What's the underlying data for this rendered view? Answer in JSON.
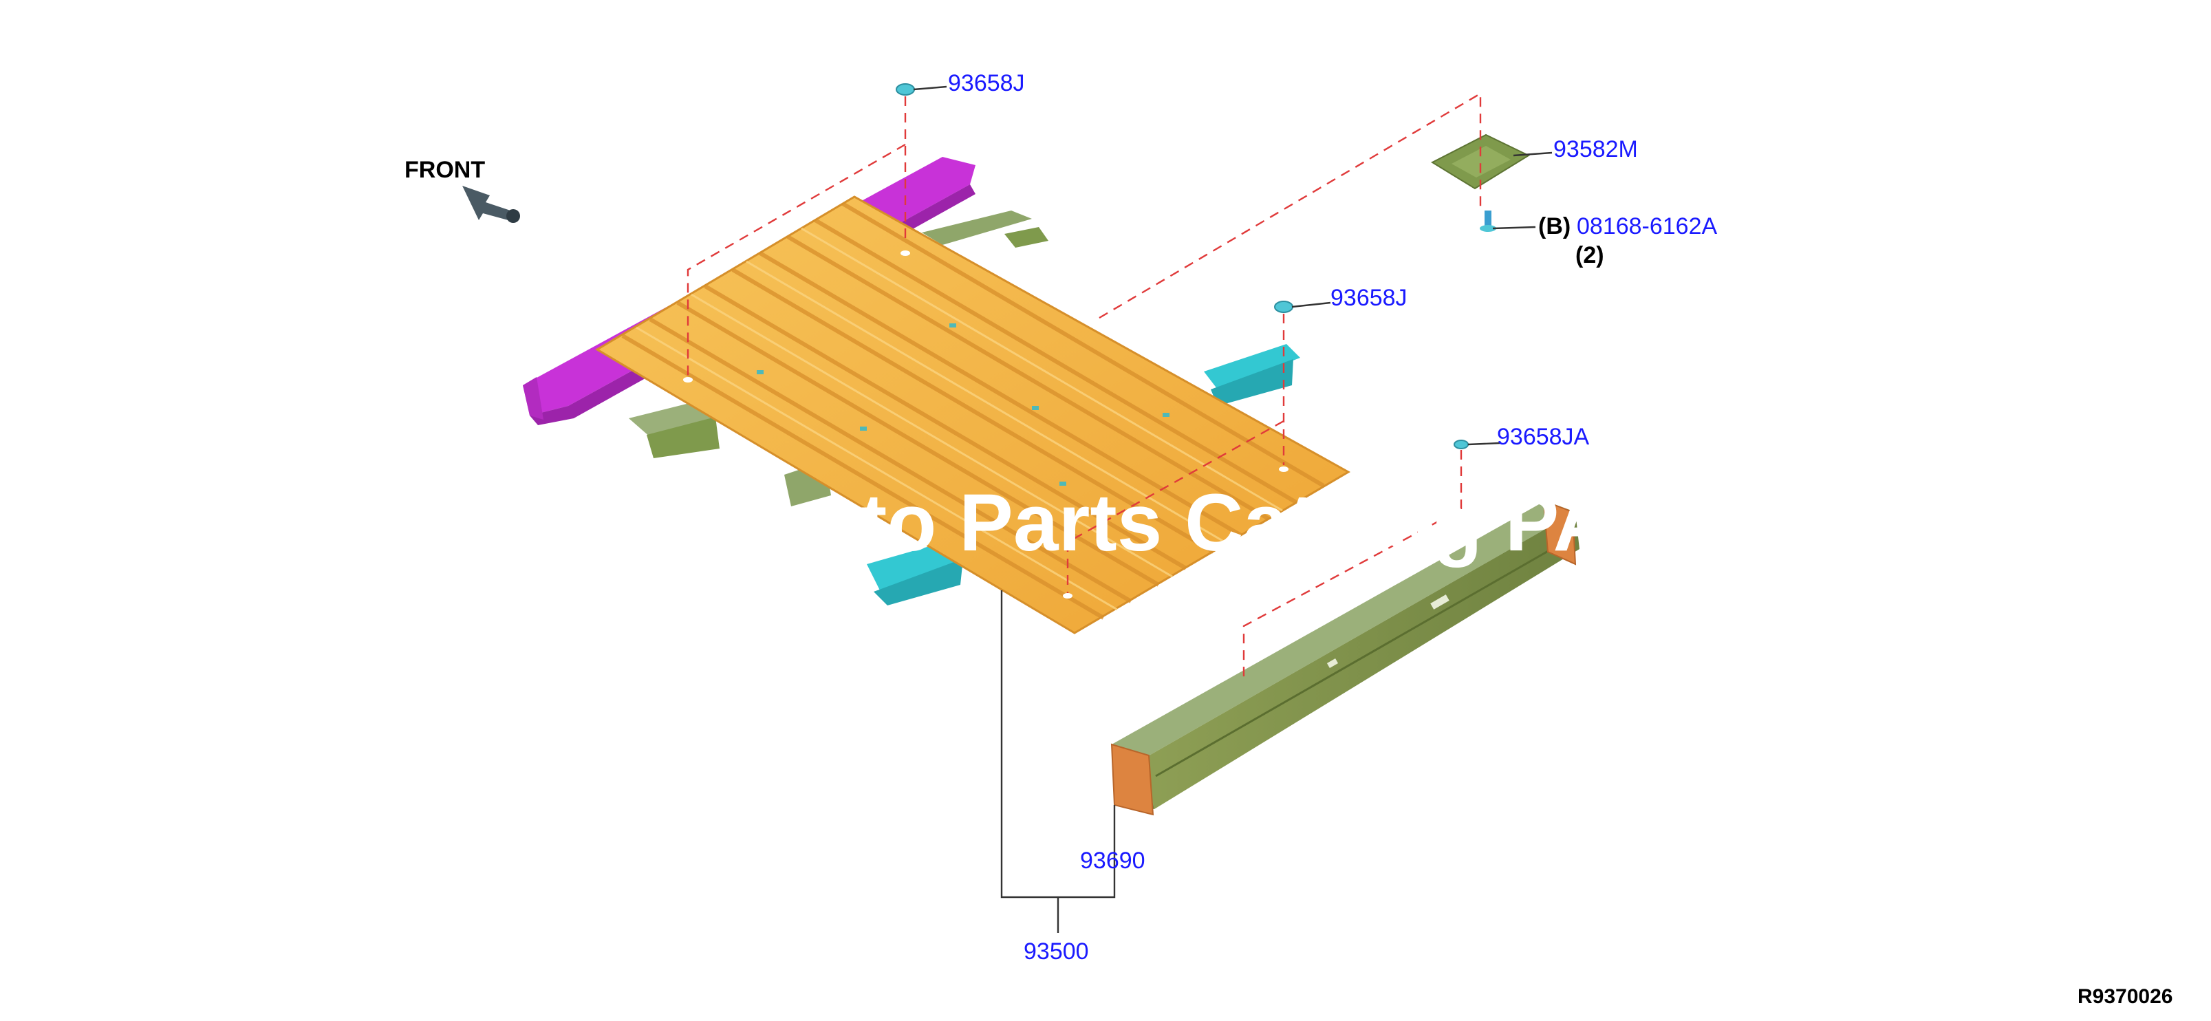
{
  "labels": {
    "front": "FRONT",
    "p_93658J_top": "93658J",
    "p_93658J_mid": "93658J",
    "p_93658JA": "93658JA",
    "p_93582M": "93582M",
    "b_marker": "(B)",
    "p_08168": "08168-6162A",
    "qty_08168": "(2)",
    "p_93690": "93690",
    "p_93500": "93500",
    "diagram_id": "R9370026"
  },
  "watermark": "to Parts Catalog PA",
  "colors": {
    "part_number_text": "#1a1aff",
    "floor_panel": "#f5b33f",
    "side_rail_left": "#c832d8",
    "cross_member_teal": "#33c8d2",
    "cross_member_olive": "#7f9a4c",
    "end_cap_orange": "#dd8440",
    "dashed_guide": "#e03a3a"
  }
}
